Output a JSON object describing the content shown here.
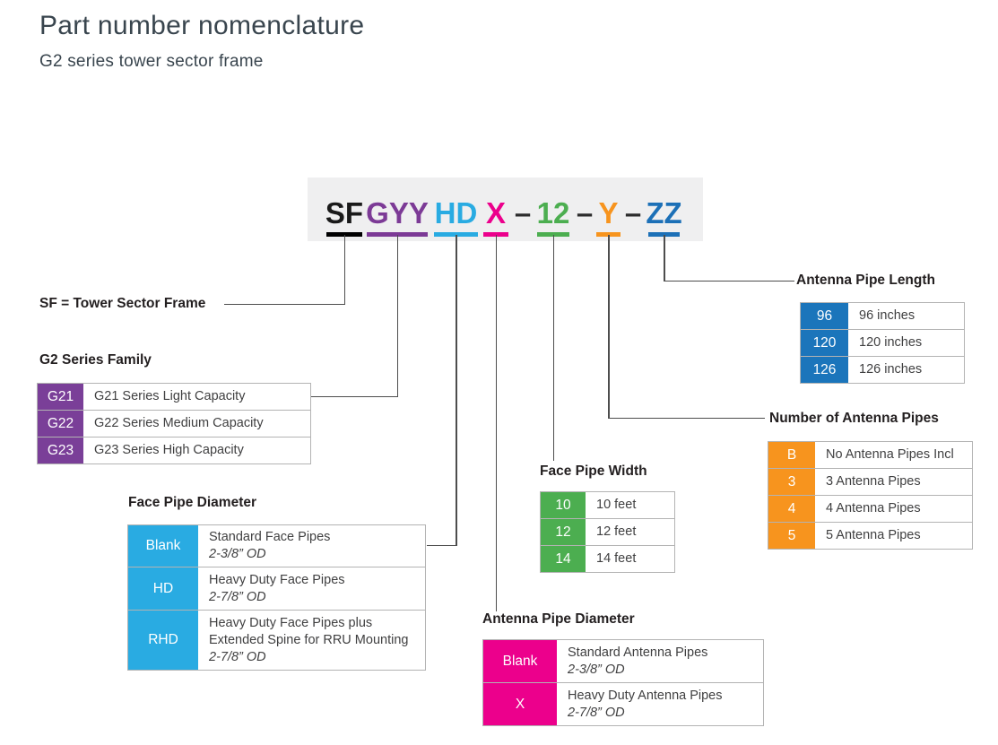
{
  "header": {
    "title": "Part number nomenclature",
    "subtitle": "G2 series tower sector frame"
  },
  "part_number": {
    "segments": [
      {
        "text": "SF",
        "color": "#1a1a1a",
        "underline": "#000000"
      },
      {
        "text": "GYY",
        "color": "#7c3a96",
        "underline": "#7c3a96"
      },
      {
        "text": "HD",
        "color": "#29abe2",
        "underline": "#29abe2"
      },
      {
        "text": "X",
        "color": "#ec008c",
        "underline": "#ec008c"
      },
      {
        "text": "–",
        "color": "#2b2b2b"
      },
      {
        "text": "12",
        "color": "#4cae50",
        "underline": "#4cae50"
      },
      {
        "text": "–",
        "color": "#2b2b2b"
      },
      {
        "text": "Y",
        "color": "#f7941e",
        "underline": "#f7941e"
      },
      {
        "text": "–",
        "color": "#2b2b2b"
      },
      {
        "text": "ZZ",
        "color": "#1c70b7",
        "underline": "#1c70b7"
      }
    ]
  },
  "sf_callout": {
    "label": "SF = Tower Sector Frame"
  },
  "tables": {
    "series_family": {
      "heading": "G2 Series Family",
      "badge_color": "#7a3f98",
      "rows": [
        {
          "code": "G21",
          "desc": "G21 Series Light Capacity"
        },
        {
          "code": "G22",
          "desc": "G22 Series Medium Capacity"
        },
        {
          "code": "G23",
          "desc": "G23 Series High Capacity"
        }
      ]
    },
    "face_pipe_diameter": {
      "heading": "Face Pipe Diameter",
      "badge_color": "#29abe2",
      "rows": [
        {
          "code": "Blank",
          "desc": "Standard Face Pipes",
          "spec": "2-3/8” OD"
        },
        {
          "code": "HD",
          "desc": "Heavy Duty Face Pipes",
          "spec": "2-7/8” OD"
        },
        {
          "code": "RHD",
          "desc": "Heavy Duty Face Pipes plus Extended Spine for RRU Mounting",
          "spec": "2-7/8” OD"
        }
      ]
    },
    "face_pipe_width": {
      "heading": "Face Pipe Width",
      "badge_color": "#4cae50",
      "rows": [
        {
          "code": "10",
          "desc": "10 feet"
        },
        {
          "code": "12",
          "desc": "12 feet"
        },
        {
          "code": "14",
          "desc": "14 feet"
        }
      ]
    },
    "antenna_pipe_diameter": {
      "heading": "Antenna Pipe Diameter",
      "badge_color": "#ec008c",
      "rows": [
        {
          "code": "Blank",
          "desc": "Standard Antenna Pipes",
          "spec": "2-3/8” OD"
        },
        {
          "code": "X",
          "desc": "Heavy Duty Antenna Pipes",
          "spec": "2-7/8” OD"
        }
      ]
    },
    "antenna_pipe_count": {
      "heading": "Number of Antenna Pipes",
      "badge_color": "#f7941e",
      "rows": [
        {
          "code": "B",
          "desc": "No Antenna Pipes Incl"
        },
        {
          "code": "3",
          "desc": "3 Antenna Pipes"
        },
        {
          "code": "4",
          "desc": "4 Antenna Pipes"
        },
        {
          "code": "5",
          "desc": "5 Antenna Pipes"
        }
      ]
    },
    "antenna_pipe_length": {
      "heading": "Antenna Pipe Length",
      "badge_color": "#1b75bb",
      "rows": [
        {
          "code": "96",
          "desc": "96 inches"
        },
        {
          "code": "120",
          "desc": "120 inches"
        },
        {
          "code": "126",
          "desc": "126 inches"
        }
      ]
    }
  }
}
